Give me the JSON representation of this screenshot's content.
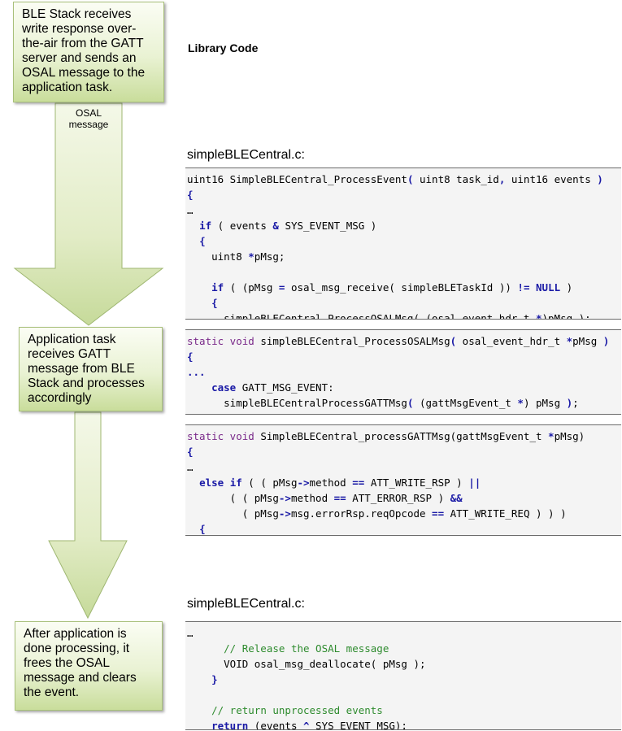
{
  "boxes": {
    "ble_stack": [
      "BLE Stack receives",
      "write response over-",
      "the-air from the GATT",
      "server and sends an",
      "OSAL message to the",
      "application task."
    ],
    "app_task": [
      "Application task",
      "receives GATT",
      "message from BLE",
      "Stack and processes",
      "accordingly"
    ],
    "after_processing": [
      "After application is",
      "done processing, it",
      "frees the OSAL",
      "message and clears",
      "the event."
    ]
  },
  "arrow_label": [
    "OSAL",
    "message"
  ],
  "heading": "Library Code",
  "file_labels": {
    "first": "simpleBLECentral.c:",
    "second": "simpleBLECentral.c:"
  },
  "code_blocks": {
    "process_event": [
      [
        [
          "",
          "uint16 SimpleBLECentral_ProcessEvent"
        ],
        [
          "op",
          "("
        ],
        [
          "",
          " uint8 task_id"
        ],
        [
          "op",
          ","
        ],
        [
          "",
          " uint16 events "
        ],
        [
          "op",
          ")"
        ]
      ],
      [
        [
          "op",
          "{"
        ]
      ],
      [
        [
          "",
          "…"
        ]
      ],
      [
        [
          "",
          "  "
        ],
        [
          "kw",
          "if"
        ],
        [
          "",
          " ( events "
        ],
        [
          "op",
          "&"
        ],
        [
          "",
          " SYS_EVENT_MSG )"
        ]
      ],
      [
        [
          "",
          "  "
        ],
        [
          "op",
          "{"
        ]
      ],
      [
        [
          "",
          "    uint8 "
        ],
        [
          "op",
          "*"
        ],
        [
          "",
          "pMsg;"
        ]
      ],
      [
        [
          "",
          ""
        ]
      ],
      [
        [
          "",
          "    "
        ],
        [
          "kw",
          "if"
        ],
        [
          "",
          " ( (pMsg "
        ],
        [
          "op",
          "="
        ],
        [
          "",
          " osal_msg_receive( simpleBLETaskId )) "
        ],
        [
          "op",
          "!="
        ],
        [
          "",
          " "
        ],
        [
          "kw",
          "NULL"
        ],
        [
          "",
          " )"
        ]
      ],
      [
        [
          "",
          "    "
        ],
        [
          "op",
          "{"
        ]
      ],
      [
        [
          "",
          "      simpleBLECentral_ProcessOSALMsg( (osal_event_hdr_t "
        ],
        [
          "op",
          "*"
        ],
        [
          "",
          ")pMsg );"
        ]
      ],
      [
        [
          "",
          "…"
        ]
      ]
    ],
    "process_osal": [
      [
        [
          "pur",
          "static void"
        ],
        [
          "",
          " simpleBLECentral_ProcessOSALMsg"
        ],
        [
          "op",
          "("
        ],
        [
          "",
          " osal_event_hdr_t "
        ],
        [
          "op",
          "*"
        ],
        [
          "",
          "pMsg "
        ],
        [
          "op",
          ")"
        ]
      ],
      [
        [
          "op",
          "{"
        ]
      ],
      [
        [
          "op",
          "..."
        ]
      ],
      [
        [
          "",
          "    "
        ],
        [
          "kw",
          "case"
        ],
        [
          "",
          " GATT_MSG_EVENT:"
        ]
      ],
      [
        [
          "",
          "      simpleBLECentralProcessGATTMsg"
        ],
        [
          "op",
          "("
        ],
        [
          "",
          " (gattMsgEvent_t "
        ],
        [
          "op",
          "*"
        ],
        [
          "",
          ") pMsg "
        ],
        [
          "op",
          ")"
        ],
        [
          "",
          ";"
        ]
      ],
      [
        [
          "",
          "      …"
        ]
      ]
    ],
    "process_gatt": [
      [
        [
          "pur",
          "static void"
        ],
        [
          "",
          " SimpleBLECentral_processGATTMsg(gattMsgEvent_t "
        ],
        [
          "op",
          "*"
        ],
        [
          "",
          "pMsg)"
        ]
      ],
      [
        [
          "op",
          "{"
        ]
      ],
      [
        [
          "",
          "…"
        ]
      ],
      [
        [
          "",
          "  "
        ],
        [
          "kw",
          "else if"
        ],
        [
          "",
          " ( ( pMsg"
        ],
        [
          "op",
          "->"
        ],
        [
          "",
          "method "
        ],
        [
          "op",
          "=="
        ],
        [
          "",
          " ATT_WRITE_RSP ) "
        ],
        [
          "op",
          "||"
        ]
      ],
      [
        [
          "",
          "       ( ( pMsg"
        ],
        [
          "op",
          "->"
        ],
        [
          "",
          "method "
        ],
        [
          "op",
          "=="
        ],
        [
          "",
          " ATT_ERROR_RSP ) "
        ],
        [
          "op",
          "&&"
        ]
      ],
      [
        [
          "",
          "         ( pMsg"
        ],
        [
          "op",
          "->"
        ],
        [
          "",
          "msg.errorRsp.reqOpcode "
        ],
        [
          "op",
          "=="
        ],
        [
          "",
          " ATT_WRITE_REQ ) ) )"
        ]
      ],
      [
        [
          "",
          "  "
        ],
        [
          "op",
          "{"
        ]
      ],
      [
        [
          "",
          "  …"
        ]
      ]
    ],
    "deallocate": [
      [
        [
          "",
          "…"
        ]
      ],
      [
        [
          "",
          "      "
        ],
        [
          "cm",
          "// Release the OSAL message"
        ]
      ],
      [
        [
          "",
          "      VOID osal_msg_deallocate( pMsg );"
        ]
      ],
      [
        [
          "",
          "    "
        ],
        [
          "op",
          "}"
        ]
      ],
      [
        [
          "",
          ""
        ]
      ],
      [
        [
          "",
          "    "
        ],
        [
          "cm",
          "// return unprocessed events"
        ]
      ],
      [
        [
          "",
          "    "
        ],
        [
          "kw",
          "return"
        ],
        [
          "",
          " (events "
        ],
        [
          "op",
          "^"
        ],
        [
          "",
          " SYS_EVENT_MSG);"
        ]
      ],
      [
        [
          "",
          "  "
        ],
        [
          "op",
          "}"
        ]
      ]
    ]
  }
}
